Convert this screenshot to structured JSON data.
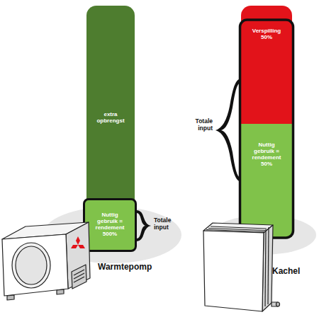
{
  "diagram": {
    "nodes": [
      {
        "text": [
          "extra opbrengst"
        ]
      },
      {
        "text": [
          "Nuttig gebruik = rendement 500%"
        ]
      },
      {
        "text": [
          "Verspilling 50%"
        ]
      },
      {
        "text": [
          "Nuttig gebruik = rendement 50%"
        ]
      }
    ],
    "labels": [
      "Totale input",
      "Totale input",
      "Warmtepomp",
      "Kachel"
    ]
  }
}
